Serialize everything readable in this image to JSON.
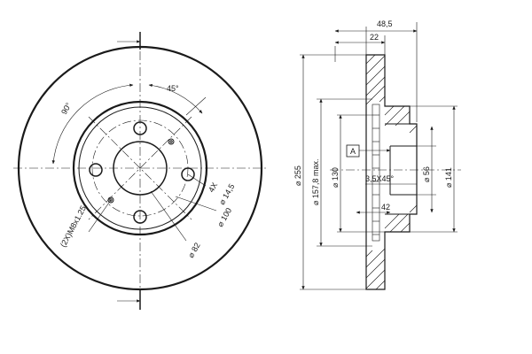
{
  "front_view": {
    "angle_90": "90°",
    "angle_45": "45°",
    "thread": "(2X)M8x1.25",
    "hole_count": "4X",
    "hole_dia": "⌀ 14,5",
    "bolt_circle": "⌀ 100",
    "center_bore": "⌀ 82"
  },
  "side_view": {
    "total_width": "48,5",
    "hat_depth": "22",
    "datum": "A",
    "disc_dia": "⌀ 255",
    "max_dia": "⌀ 157,8 max.",
    "dia_130": "⌀ 130",
    "chamfer": "3,5X45°",
    "dim_42": "42",
    "dia_56": "⌀ 56",
    "dia_141": "⌀ 141"
  }
}
